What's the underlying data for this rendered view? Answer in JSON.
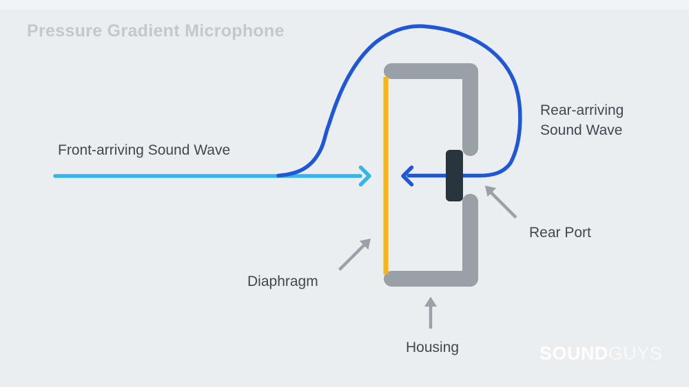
{
  "title": "Pressure Gradient Microphone",
  "labels": {
    "front_wave": "Front-arriving Sound Wave",
    "rear_wave_line1": "Rear-arriving",
    "rear_wave_line2": "Sound Wave",
    "rear_port": "Rear Port",
    "diaphragm": "Diaphragm",
    "housing": "Housing"
  },
  "logo": {
    "bold": "SOUND",
    "light": "GUYS"
  },
  "colors": {
    "background": "#eaeef1",
    "top_strip": "#f1f4f6",
    "title_text": "#c2c8cd",
    "label_text": "#3f4850",
    "housing_gray": "#99a1a7",
    "arrow_gray": "#9aa1a8",
    "diaphragm_yellow": "#f8b514",
    "front_wave_cyan": "#33b6e8",
    "rear_wave_blue": "#1f57d6",
    "rear_port_dark": "#28353e",
    "logo_bold_color": "rgba(255,255,255,0.92)",
    "logo_light_color": "rgba(255,255,255,0.62)"
  }
}
